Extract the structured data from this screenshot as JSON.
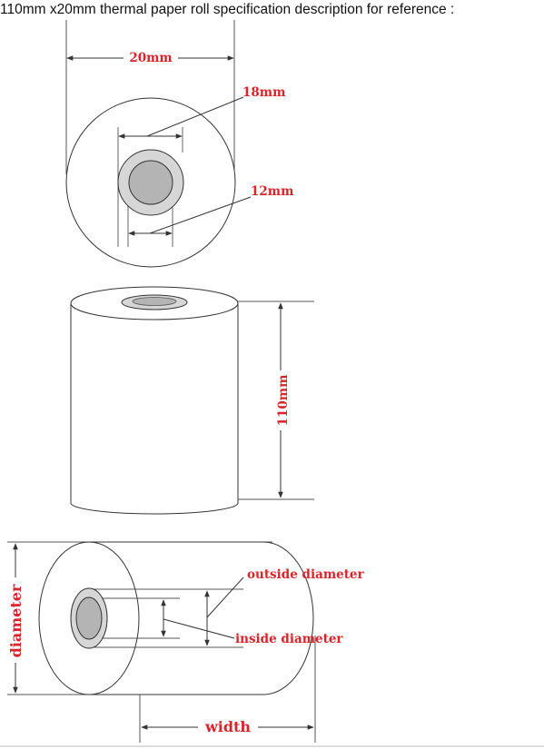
{
  "title": "110mm x20mm thermal paper roll specification description for reference :",
  "labels": {
    "top_width": "20mm",
    "outer_core": "18mm",
    "inner_core": "12mm",
    "height": "110mm",
    "outside_diameter": "outside diameter",
    "inside_diameter": "inside diameter",
    "diameter": "diameter",
    "width": "width"
  },
  "colors": {
    "label": "#d8242a",
    "line": "#333333",
    "core_outer": "#d6d6d6",
    "core_inner": "#b4b4b4"
  }
}
